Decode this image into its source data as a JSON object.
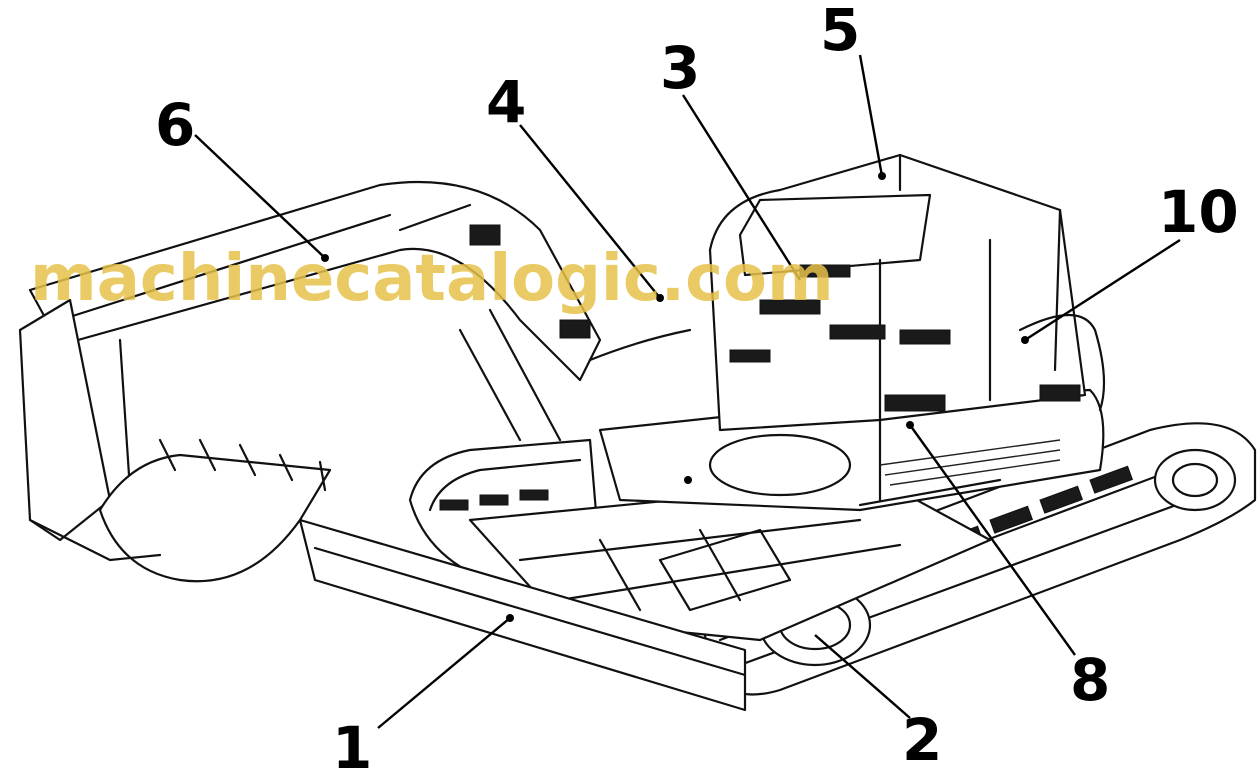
{
  "watermark": "machinecatalogic.com",
  "callouts": {
    "c1": "1",
    "c2": "2",
    "c3": "3",
    "c4": "4",
    "c5": "5",
    "c6": "6",
    "c8": "8",
    "c10": "10"
  }
}
